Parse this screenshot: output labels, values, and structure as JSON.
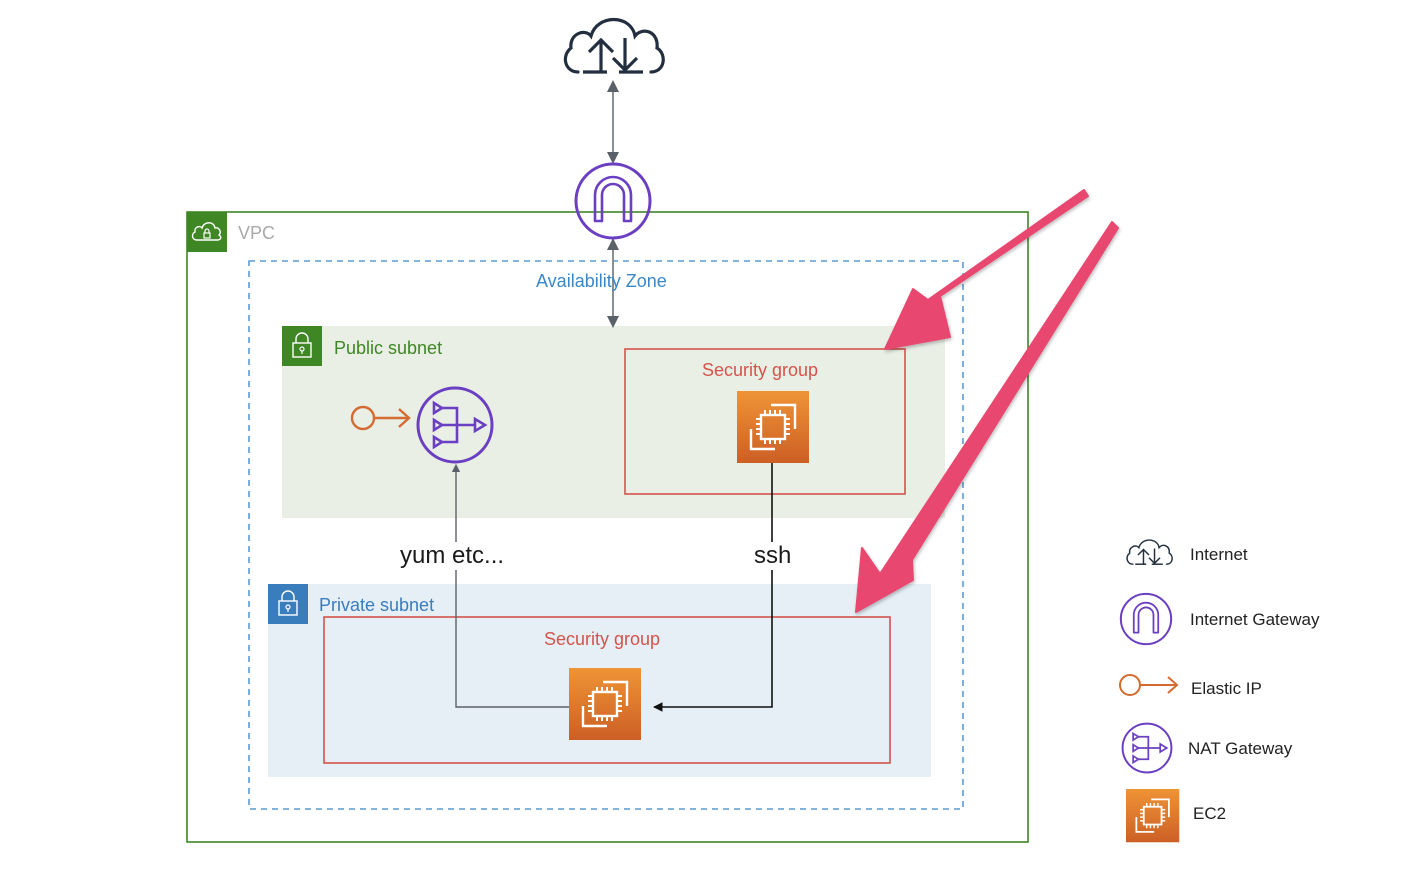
{
  "containers": {
    "vpc": {
      "label": "VPC",
      "color": "#3f8624"
    },
    "availability_zone": {
      "label": "Availability Zone",
      "color": "#3a87c8"
    },
    "public_subnet": {
      "label": "Public subnet",
      "color": "#3f8624",
      "fill": "#e9efe5"
    },
    "private_subnet": {
      "label": "Private subnet",
      "color": "#3a7dbd",
      "fill": "#e6eff6"
    },
    "security_group_public": {
      "label": "Security group",
      "color": "#d4534b"
    },
    "security_group_private": {
      "label": "Security group",
      "color": "#d4534b"
    }
  },
  "nodes": {
    "internet": {
      "icon": "cloud-upload-download-icon"
    },
    "internet_gateway": {
      "icon": "internet-gateway-icon",
      "color": "#6b3fc2"
    },
    "elastic_ip": {
      "icon": "elastic-ip-icon",
      "color": "#d36b33"
    },
    "nat_gateway": {
      "icon": "nat-gateway-icon",
      "color": "#6b3fc2"
    },
    "ec2_public": {
      "icon": "ec2-icon",
      "color": "#e07b24"
    },
    "ec2_private": {
      "icon": "ec2-icon",
      "color": "#e07b24"
    }
  },
  "edges": {
    "yum": {
      "label": "yum etc...",
      "from": "ec2_private",
      "to": "nat_gateway"
    },
    "ssh": {
      "label": "ssh",
      "from": "ec2_public",
      "to": "ec2_private"
    },
    "internet_igw": {
      "from": "internet",
      "to": "internet_gateway",
      "bidirectional": true
    },
    "igw_public": {
      "from": "internet_gateway",
      "to": "public_subnet",
      "bidirectional": true
    }
  },
  "annotations": {
    "highlight_arrows_color": "#e8476f",
    "targets": [
      "security_group_public",
      "security_group_private"
    ]
  },
  "legend": {
    "items": [
      {
        "label": "Internet",
        "icon": "cloud-upload-download-icon"
      },
      {
        "label": "Internet Gateway",
        "icon": "internet-gateway-icon"
      },
      {
        "label": "Elastic IP",
        "icon": "elastic-ip-icon"
      },
      {
        "label": "NAT Gateway",
        "icon": "nat-gateway-icon"
      },
      {
        "label": "EC2",
        "icon": "ec2-icon"
      }
    ]
  }
}
